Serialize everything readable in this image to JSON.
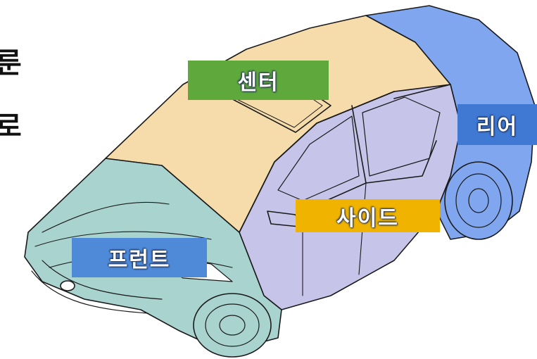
{
  "edge_text": {
    "top": "룬",
    "bottom": "로"
  },
  "labels": {
    "center": "센터",
    "rear": "리어",
    "side": "사이드",
    "front": "프런트"
  },
  "colors": {
    "center_zone": "#f6dcaa",
    "side_zone": "#c7c4ea",
    "front_zone": "#a9d3cf",
    "rear_zone": "#7fa6ee",
    "center_tag": "#5fa83c",
    "rear_tag": "#3f79d4",
    "side_tag": "#f0b400",
    "front_tag": "#4f8ad8"
  }
}
